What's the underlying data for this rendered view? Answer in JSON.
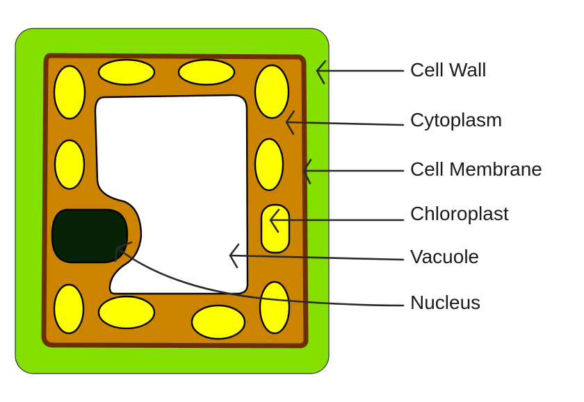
{
  "colors": {
    "cell_wall": "#84e000",
    "cytoplasm": "#cc8400",
    "cell_membrane": "#6b3000",
    "chloroplast": "#ffff00",
    "vacuole": "#ffffff",
    "nucleus": "#062206"
  },
  "labels": {
    "cell_wall": "Cell Wall",
    "cytoplasm": "Cytoplasm",
    "cell_membrane": "Cell Membrane",
    "chloroplast": "Chloroplast",
    "vacuole": "Vacuole",
    "nucleus": "Nucleus"
  }
}
